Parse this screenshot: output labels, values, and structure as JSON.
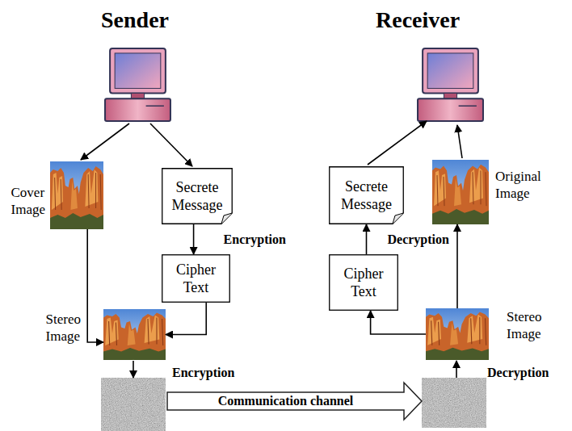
{
  "diagram": {
    "nodes": [
      {
        "text": [
          "Cover Image"
        ]
      },
      {
        "text": [
          "Secrete Message"
        ]
      },
      {
        "text": [
          "Cipher Text"
        ]
      },
      {
        "text": [
          "Stereo Image"
        ]
      },
      {
        "text": [
          "Secrete Message"
        ]
      },
      {
        "text": [
          "Original Image"
        ]
      },
      {
        "text": [
          "Cipher Text"
        ]
      },
      {
        "text": [
          "Stereo Image"
        ]
      }
    ],
    "edges": [
      {
        "from": 0,
        "to": 3,
        "arrow": "to"
      },
      {
        "from": 1,
        "to": 2,
        "label": "Encryption",
        "arrow": "to"
      },
      {
        "from": 2,
        "to": 3,
        "arrow": "to"
      },
      {
        "from": 7,
        "to": 6,
        "arrow": "to"
      },
      {
        "from": 6,
        "to": 4,
        "label": "Decryption",
        "arrow": "to"
      },
      {
        "from": 7,
        "to": 5,
        "arrow": "to"
      }
    ],
    "labels": [
      "Sender",
      "Receiver",
      "Encryption",
      "Decryption",
      "Communication channel"
    ]
  }
}
